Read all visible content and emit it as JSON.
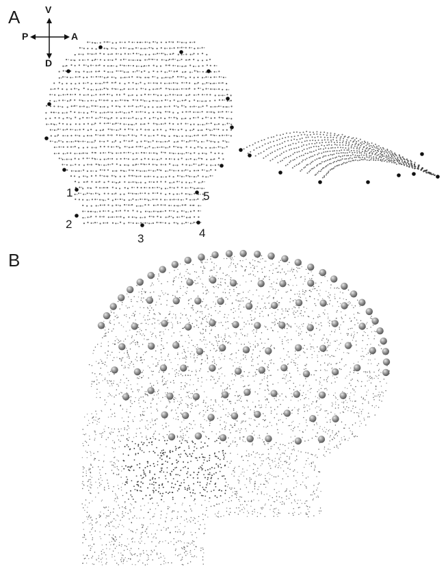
{
  "panels": {
    "a": {
      "label": "A"
    },
    "b": {
      "label": "B"
    }
  },
  "orientation": {
    "ventral": "V",
    "dorsal": "D",
    "posterior": "P",
    "anterior": "A"
  },
  "landmarks": [
    "1",
    "2",
    "3",
    "4",
    "5"
  ],
  "colors": {
    "points": "#3a3a3a",
    "markers": "#111111",
    "spheres": "#8a8a8a",
    "background": "#ffffff"
  }
}
